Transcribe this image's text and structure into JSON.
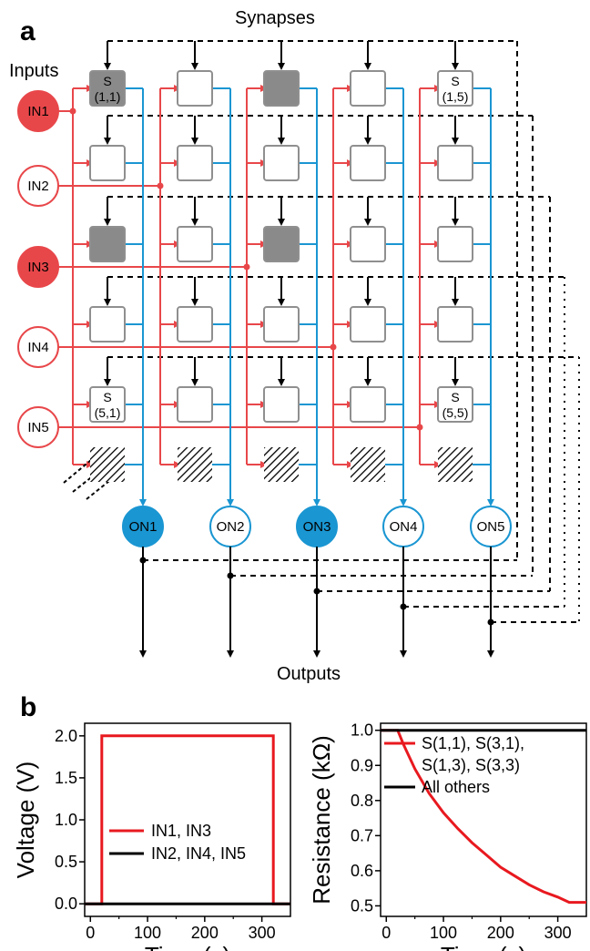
{
  "figure": {
    "panel_a": {
      "label": "a",
      "synapses_title": "Synapses",
      "inputs_title": "Inputs",
      "outputs_title": "Outputs",
      "colors": {
        "red": "#e8474a",
        "blue": "#1a96d2",
        "gray_fill": "#8a8a8a",
        "gray_stroke": "#8f8f8f"
      },
      "inputs": [
        {
          "label": "IN1",
          "active": true
        },
        {
          "label": "IN2",
          "active": false
        },
        {
          "label": "IN3",
          "active": true
        },
        {
          "label": "IN4",
          "active": false
        },
        {
          "label": "IN5",
          "active": false
        }
      ],
      "outputs": [
        {
          "label": "ON1",
          "active": true
        },
        {
          "label": "ON2",
          "active": false
        },
        {
          "label": "ON3",
          "active": true
        },
        {
          "label": "ON4",
          "active": false
        },
        {
          "label": "ON5",
          "active": false
        }
      ],
      "filled_synapses": [
        "1,1",
        "1,3",
        "3,1",
        "3,3"
      ],
      "synapse_labels": [
        {
          "pos": "1,1",
          "l1": "S",
          "l2": "(1,1)"
        },
        {
          "pos": "1,5",
          "l1": "S",
          "l2": "(1,5)"
        },
        {
          "pos": "5,1",
          "l1": "S",
          "l2": "(5,1)"
        },
        {
          "pos": "5,5",
          "l1": "S",
          "l2": "(5,5)"
        }
      ]
    },
    "panel_b": {
      "label": "b",
      "chart_data": [
        {
          "type": "line",
          "xlabel": "Time (s)",
          "ylabel": "Voltage (V)",
          "xlim": [
            -10,
            350
          ],
          "ylim": [
            -0.15,
            2.15
          ],
          "xticks": [
            "0",
            "100",
            "200",
            "300"
          ],
          "yticks": [
            "0.0",
            "0.5",
            "1.0",
            "1.5",
            "2.0"
          ],
          "legend_position": "lower-left",
          "series": [
            {
              "name": "IN1, IN3",
              "color": "#e8191f",
              "x": [
                -10,
                20,
                20,
                320,
                320,
                350
              ],
              "y": [
                0,
                0,
                2.0,
                2.0,
                0,
                0
              ]
            },
            {
              "name": "IN2, IN4, IN5",
              "color": "#000000",
              "x": [
                -10,
                350
              ],
              "y": [
                0,
                0
              ]
            }
          ]
        },
        {
          "type": "line",
          "xlabel": "Time (s)",
          "ylabel": "Resistance (kΩ)",
          "xlim": [
            -10,
            350
          ],
          "ylim": [
            0.47,
            1.02
          ],
          "xticks": [
            "0",
            "100",
            "200",
            "300"
          ],
          "yticks": [
            "0.5",
            "0.6",
            "0.7",
            "0.8",
            "0.9",
            "1.0"
          ],
          "legend_position": "top-right",
          "series": [
            {
              "name": "S(1,1), S(3,1), S(1,3), S(3,3)",
              "legend_lines": [
                "S(1,1), S(3,1),",
                "S(1,3), S(3,3)"
              ],
              "color": "#e8191f",
              "x": [
                -10,
                20,
                30,
                50,
                75,
                100,
                125,
                150,
                175,
                200,
                225,
                250,
                275,
                300,
                320,
                350
              ],
              "y": [
                1.0,
                1.0,
                0.96,
                0.89,
                0.82,
                0.765,
                0.72,
                0.68,
                0.645,
                0.61,
                0.585,
                0.56,
                0.54,
                0.525,
                0.51,
                0.51
              ]
            },
            {
              "name": "All others",
              "legend_lines": [
                "All others"
              ],
              "color": "#000000",
              "x": [
                -10,
                350
              ],
              "y": [
                1.0,
                1.0
              ]
            }
          ]
        }
      ]
    }
  }
}
